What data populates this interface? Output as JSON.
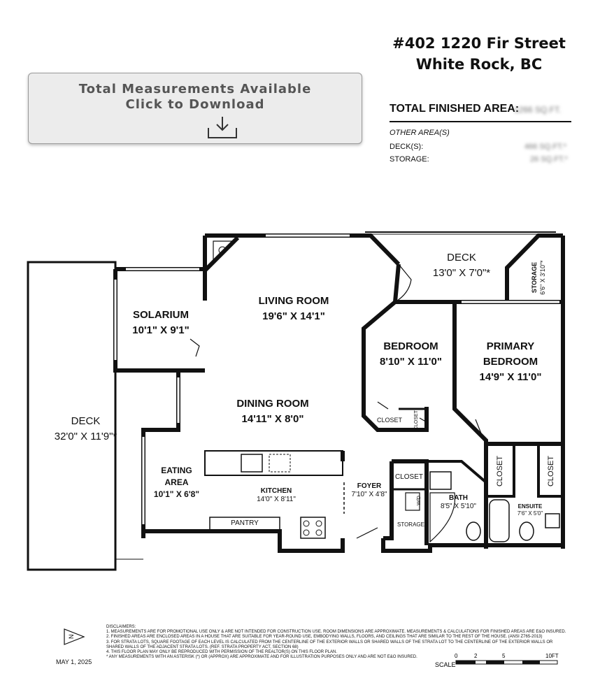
{
  "header": {
    "address_line1": "#402 1220 Fir Street",
    "address_line2": "White Rock, BC"
  },
  "download_button": {
    "line1": "Total Measurements Available",
    "line2": "Click to Download",
    "icon": "download-icon"
  },
  "area_summary": {
    "total_label": "TOTAL FINISHED AREA:",
    "total_value": "1266 SQ.FT.",
    "other_label": "OTHER AREA(S)",
    "deck_label": "DECK(S):",
    "deck_value": "466 SQ.FT.*",
    "storage_label": "STORAGE:",
    "storage_value": "26 SQ.FT.*"
  },
  "rooms": {
    "living": {
      "name": "LIVING ROOM",
      "dims": "19'6\" X 14'1\""
    },
    "solarium": {
      "name": "SOLARIUM",
      "dims": "10'1\" X 9'1\""
    },
    "dining": {
      "name": "DINING ROOM",
      "dims": "14'11\" X 8'0\""
    },
    "deck_left": {
      "name": "DECK",
      "dims": "32'0\" X 11'9\"*"
    },
    "deck_top": {
      "name": "DECK",
      "dims": "13'0\" X 7'0\"*"
    },
    "storage_top": {
      "name": "STORAGE",
      "dims": "6'6\" X 3'10\"*"
    },
    "bedroom": {
      "name": "BEDROOM",
      "dims": "8'10\" X 11'0\""
    },
    "primary": {
      "name1": "PRIMARY",
      "name2": "BEDROOM",
      "dims": "14'9\" X 11'0\""
    },
    "eating": {
      "name1": "EATING",
      "name2": "AREA",
      "dims": "10'1\" X 6'8\""
    },
    "kitchen": {
      "name": "KITCHEN",
      "dims": "14'0\" X 8'11\""
    },
    "pantry": {
      "name": "PANTRY"
    },
    "foyer": {
      "name": "FOYER",
      "dims": "7'10\" X 4'8\""
    },
    "closet_foyer": {
      "name": "CLOSET"
    },
    "wd": {
      "name": "W/D"
    },
    "storage_in": {
      "name": "STORAGE"
    },
    "bath": {
      "name": "BATH",
      "dims": "8'5\" X 5'10\""
    },
    "ensuite": {
      "name": "ENSUITE",
      "dims": "7'6\" X 5'0\""
    },
    "closet_bed": {
      "name": "CLOSET"
    },
    "closet_bed2": {
      "name": "CLOSET"
    },
    "closet_prim1": {
      "name": "CLOSET"
    },
    "closet_prim2": {
      "name": "CLOSET"
    }
  },
  "footer": {
    "disclaimers_title": "DISCLAIMERS:",
    "disclaimers": [
      "1. MEASUREMENTS ARE FOR PROMOTIONAL USE ONLY & ARE NOT INTENDED FOR CONSTRUCTION USE. ROOM DIMENSIONS ARE APPROXIMATE. MEASUREMENTS & CALCULATIONS FOR FINISHED AREAS ARE E&O INSURED.",
      "2. FINISHED AREAS ARE ENCLOSED AREAS IN A HOUSE THAT ARE SUITABLE FOR YEAR-ROUND USE, EMBODYING WALLS, FLOORS, AND CEILINGS THAT ARE SIMILAR TO THE REST OF THE HOUSE. (ANSI Z765-2013)",
      "3. FOR STRATA LOTS, SQUARE FOOTAGE OF EACH LEVEL IS CALCULATED FROM THE CENTERLINE OF THE EXTERIOR WALLS OR SHARED WALLS OF THE STRATA LOT TO THE CENTERLINE OF THE EXTERIOR WALLS OR SHARED WALLS OF THE ADJACENT STRATA LOTS. (REF. STRATA PROPERTY ACT, SECTION 68)",
      "4. THIS FLOOR PLAN MAY ONLY BE REPRODUCED WITH PERMISSION OF THE REALTOR(S) ON THIS FLOOR PLAN.",
      "* ANY MEASUREMENTS WITH AN ASTERISK (*) OR (APPROX) ARE APPROXIMATE AND FOR ILLUSTRATION PURPOSES ONLY AND ARE NOT E&O INSURED."
    ],
    "date": "MAY 1, 2025",
    "scale_label": "SCALE",
    "scale_ticks": [
      "0",
      "2",
      "5",
      "10FT"
    ],
    "north_label": "N"
  }
}
